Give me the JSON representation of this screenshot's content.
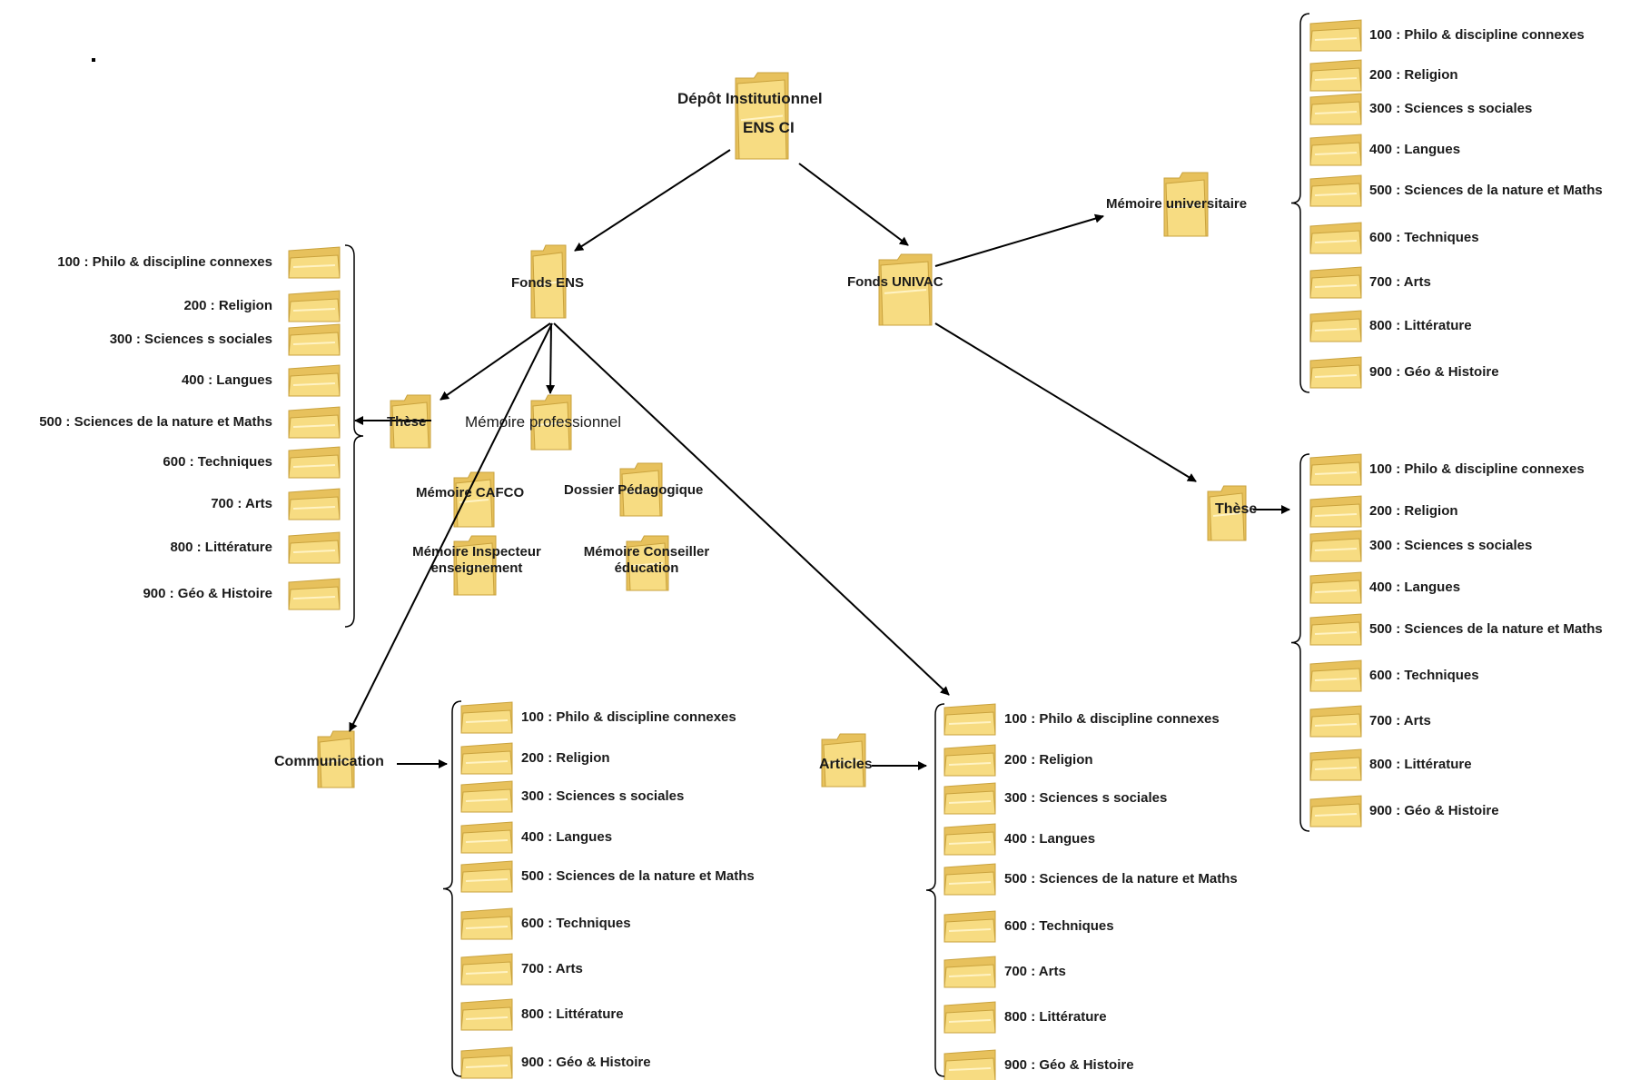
{
  "colors": {
    "folder_front": "#f7dc82",
    "folder_back": "#e7c15c",
    "folder_edge": "#c9a23d",
    "line": "#000000"
  },
  "root": {
    "line1": "Dépôt Institutionnel",
    "line2": "ENS CI"
  },
  "fonds_ens": "Fonds ENS",
  "fonds_univac": "Fonds UNIVAC",
  "ens_children": {
    "these": "Thèse",
    "memoire_professionnel": "Mémoire professionnel",
    "memoire_cafco": "Mémoire CAFCO",
    "dossier_pedagogique": "Dossier Pédagogique",
    "memoire_inspecteur": "Mémoire Inspecteur enseignement",
    "memoire_conseiller": "Mémoire Conseiller éducation",
    "communication": "Communication",
    "articles": "Articles"
  },
  "univac_children": {
    "memoire_universitaire": "Mémoire universitaire",
    "these": "Thèse"
  },
  "dewey": [
    "100 : Philo & discipline connexes",
    "200 : Religion",
    "300 : Sciences s sociales",
    "400 : Langues",
    "500 : Sciences de la nature et Maths",
    "600 : Techniques",
    "700 : Arts",
    "800 : Littérature",
    "900 : Géo & Histoire"
  ],
  "dot": "."
}
